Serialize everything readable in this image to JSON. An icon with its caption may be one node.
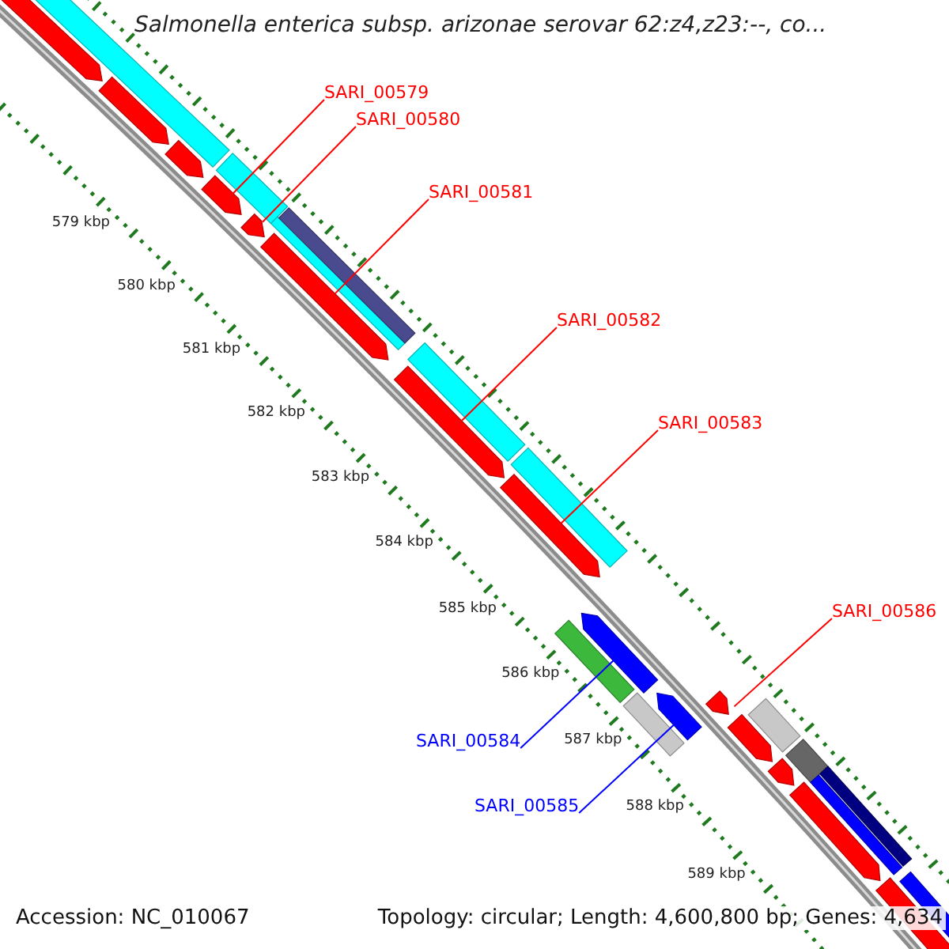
{
  "diagram": {
    "title": "Salmonella enterica subsp. arizonae serovar 62:z4,z23:--, co...",
    "nodes": [
      {
        "text": [
          "SARI_00579"
        ]
      },
      {
        "text": [
          "SARI_00580"
        ]
      },
      {
        "text": [
          "SARI_00581"
        ]
      },
      {
        "text": [
          "SARI_00582"
        ]
      },
      {
        "text": [
          "SARI_00583"
        ]
      },
      {
        "text": [
          "SARI_00586"
        ]
      },
      {
        "text": [
          "SARI_00584"
        ]
      },
      {
        "text": [
          "SARI_00585"
        ]
      },
      {
        "text": [],
        "shape": "arrow"
      },
      {
        "text": [],
        "shape": "bar"
      },
      {
        "text": [],
        "shape": "arrow"
      },
      {
        "text": [],
        "shape": "arrow"
      },
      {
        "text": [],
        "shape": "bar"
      },
      {
        "text": [],
        "shape": "arrow"
      },
      {
        "text": [],
        "shape": "arrow"
      },
      {
        "text": [],
        "shape": "bar"
      },
      {
        "text": [],
        "shape": "bar"
      },
      {
        "text": [],
        "shape": "arrow"
      },
      {
        "text": [],
        "shape": "bar"
      },
      {
        "text": [],
        "shape": "arrow"
      },
      {
        "text": [],
        "shape": "bar"
      },
      {
        "text": [],
        "shape": "arrow"
      },
      {
        "text": [],
        "shape": "bar"
      },
      {
        "text": [],
        "shape": "arrow"
      },
      {
        "text": [],
        "shape": "bar"
      },
      {
        "text": [],
        "shape": "arrow"
      },
      {
        "text": [],
        "shape": "arrow"
      },
      {
        "text": [],
        "shape": "arrow"
      },
      {
        "text": [],
        "shape": "bar"
      },
      {
        "text": [],
        "shape": "arrow"
      },
      {
        "text": [],
        "shape": "bar"
      },
      {
        "text": [],
        "shape": "arrow"
      },
      {
        "text": [],
        "shape": "bar"
      },
      {
        "text": [],
        "shape": "bar"
      },
      {
        "text": [],
        "shape": "arrow"
      },
      {
        "text": [],
        "shape": "bar"
      }
    ],
    "edges": [
      {
        "from": 0,
        "to": 13,
        "arrow": "none"
      },
      {
        "from": 1,
        "to": 14,
        "arrow": "none"
      },
      {
        "from": 2,
        "to": 17,
        "arrow": "none"
      },
      {
        "from": 3,
        "to": 19,
        "arrow": "none"
      },
      {
        "from": 4,
        "to": 21,
        "arrow": "none"
      },
      {
        "from": 5,
        "to": 26,
        "arrow": "none"
      },
      {
        "from": 6,
        "to": 23,
        "arrow": "none",
        "color": "#0000ff"
      },
      {
        "from": 7,
        "to": 25,
        "arrow": "none",
        "color": "#0000ff"
      }
    ],
    "labels": [
      "579 kbp",
      "580 kbp",
      "581 kbp",
      "582 kbp",
      "583 kbp",
      "584 kbp",
      "585 kbp",
      "586 kbp",
      "587 kbp",
      "588 kbp",
      "589 kbp",
      "Accession: NC_010067",
      "Topology: circular; Length: 4,600,800 bp; Genes: 4,634"
    ]
  }
}
